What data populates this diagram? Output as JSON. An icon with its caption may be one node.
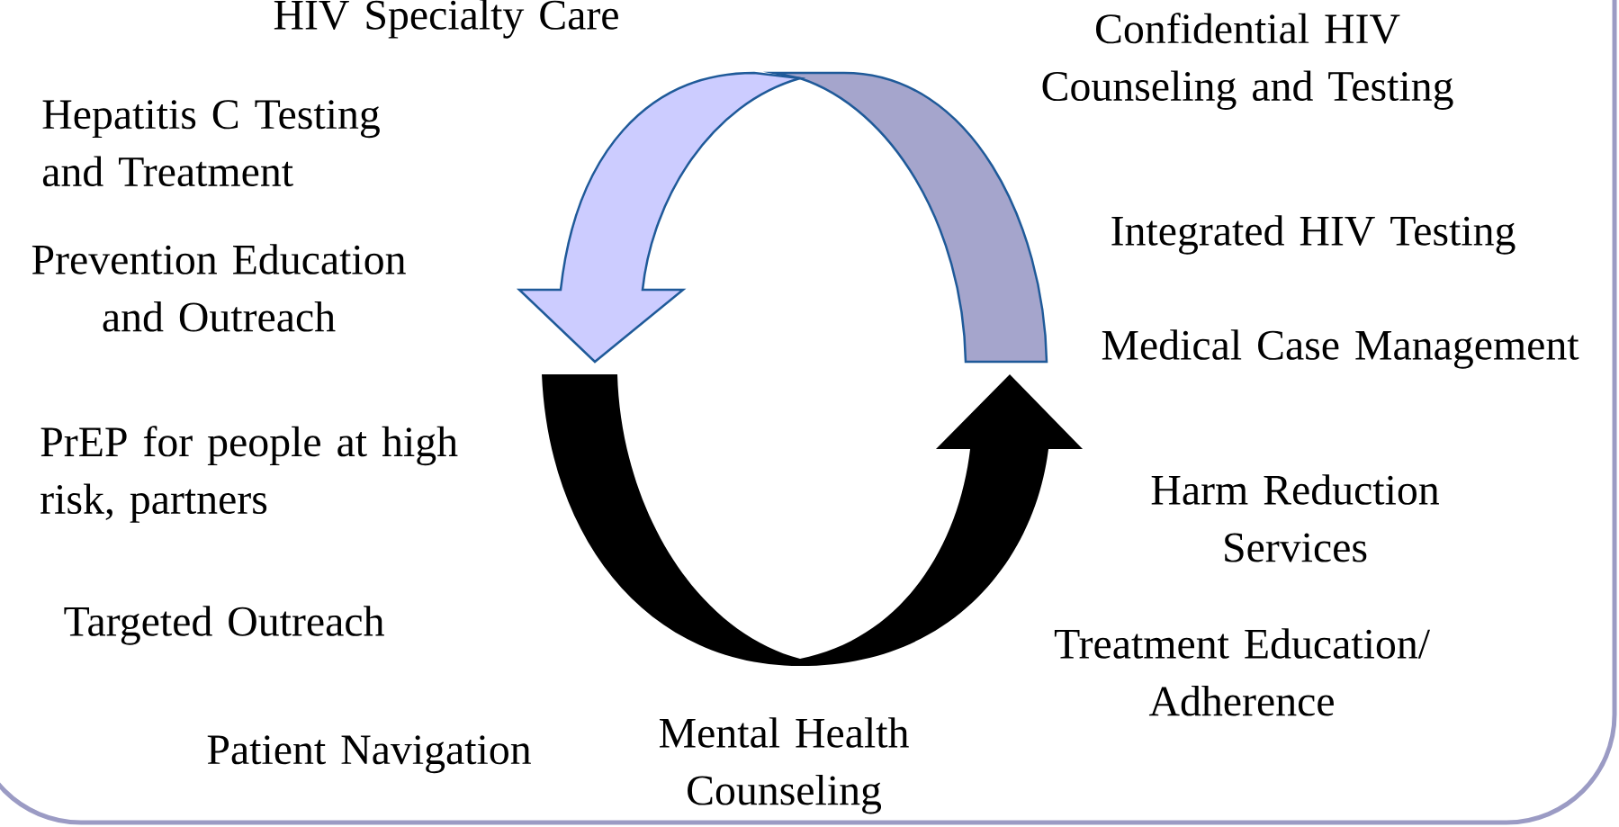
{
  "diagram": {
    "labels": [
      "HIV Specialty Care",
      "Confidential HIV Counseling and Testing",
      "Hepatitis C Testing and Treatment",
      "Integrated HIV Testing",
      "Prevention Education and Outreach",
      "Medical Case Management",
      "PrEP for people at high risk, partners",
      "Harm Reduction Services",
      "Targeted Outreach",
      "Treatment Education/ Adherence",
      "Patient Navigation",
      "Mental Health Counseling"
    ]
  }
}
